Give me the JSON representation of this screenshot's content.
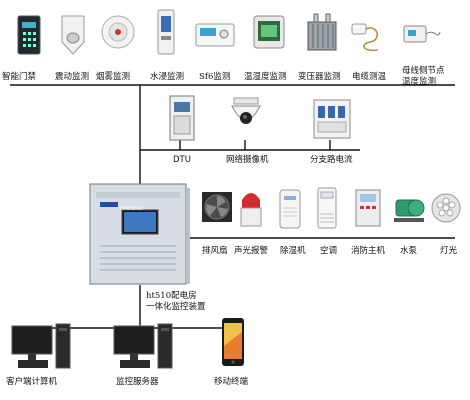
{
  "sensors": [
    {
      "label": "智能门禁",
      "icon": "access-control-icon"
    },
    {
      "label": "震动监测",
      "icon": "vibration-sensor-icon"
    },
    {
      "label": "烟雾监测",
      "icon": "smoke-detector-icon"
    },
    {
      "label": "水浸监测",
      "icon": "water-leak-sensor-icon"
    },
    {
      "label": "Sf6监测",
      "icon": "sf6-sensor-icon"
    },
    {
      "label": "温湿度监测",
      "icon": "temp-humidity-sensor-icon"
    },
    {
      "label": "变压器监测",
      "icon": "transformer-icon"
    },
    {
      "label": "电缆测温",
      "icon": "cable-temp-sensor-icon"
    },
    {
      "label": "母线侧节点温度监测",
      "icon": "busbar-temp-sensor-icon"
    }
  ],
  "middle": [
    {
      "label": "DTU",
      "icon": "dtu-cabinet-icon"
    },
    {
      "label": "网络摄像机",
      "icon": "network-camera-icon"
    },
    {
      "label": "分支路电流",
      "icon": "branch-current-meter-icon"
    }
  ],
  "main_unit": {
    "label_line1": "ht510配电房",
    "label_line2": "一体化监控装置",
    "brand": "HADERUI"
  },
  "controlled": [
    {
      "label": "排风扇",
      "icon": "exhaust-fan-icon"
    },
    {
      "label": "声光报警",
      "icon": "sound-light-alarm-icon"
    },
    {
      "label": "除湿机",
      "icon": "dehumidifier-icon"
    },
    {
      "label": "空调",
      "icon": "air-conditioner-icon"
    },
    {
      "label": "消防主机",
      "icon": "fire-control-host-icon"
    },
    {
      "label": "水泵",
      "icon": "water-pump-icon"
    },
    {
      "label": "灯光",
      "icon": "light-icon"
    }
  ],
  "clients": [
    {
      "label": "客户端计算机",
      "icon": "client-computer-icon"
    },
    {
      "label": "监控服务器",
      "icon": "monitoring-server-icon"
    },
    {
      "label": "移动终端",
      "icon": "mobile-terminal-icon"
    }
  ]
}
